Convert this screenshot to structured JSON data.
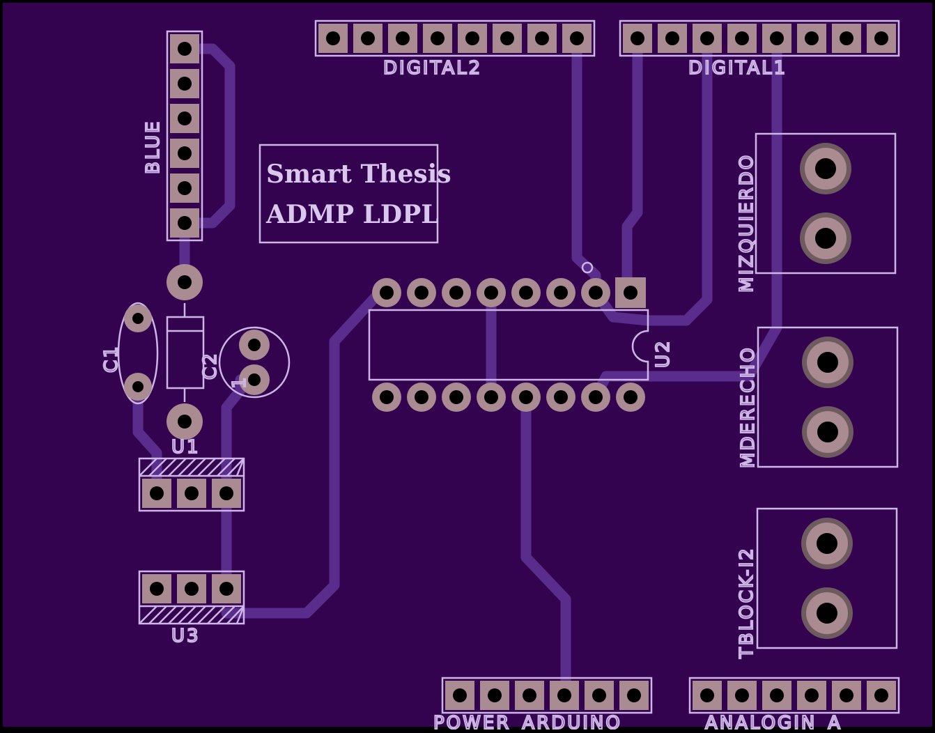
{
  "colors": {
    "board": "#34034f",
    "trace": "#5a2d8c",
    "pad": "#a98b91",
    "silkscreen": "#cdb5e6",
    "edge": "#000000"
  },
  "title_box": {
    "line1": "Smart Thesis",
    "line2": "ADMP LDPL"
  },
  "labels": {
    "digital2": "DIGITAL2",
    "digital1": "DIGITAL1",
    "blue": "BLUE",
    "c1": "C1",
    "c2": "C2",
    "c3": "1",
    "u1": "U1",
    "u2": "U2",
    "u3": "U3",
    "mizquierdo": "MIZQUIERDO",
    "mderecho": "MDERECHO",
    "tblock": "TBLOCK-I2",
    "power": "POWER_ARDUINO",
    "analog": "ANALOGIN_A"
  }
}
